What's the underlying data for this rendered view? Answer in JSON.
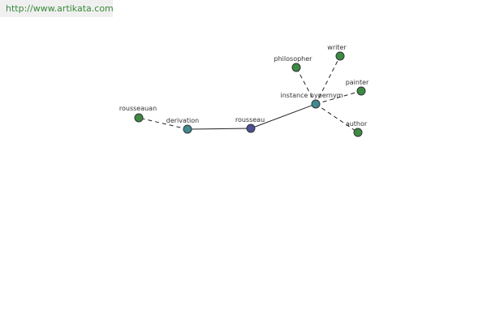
{
  "header": {
    "url": "http://www.artikata.com"
  },
  "colors": {
    "root": "#4a4f96",
    "relation": "#3f8b8f",
    "leaf": "#3d8a44"
  },
  "graph": {
    "nodes": [
      {
        "id": "rousseau",
        "label": "rousseau",
        "kind": "root"
      },
      {
        "id": "derivation",
        "label": "derivation",
        "kind": "relation"
      },
      {
        "id": "rousseauan",
        "label": "rousseauan",
        "kind": "leaf"
      },
      {
        "id": "instance_hypernym",
        "label": "instance hypernym",
        "kind": "relation"
      },
      {
        "id": "philosopher",
        "label": "philosopher",
        "kind": "leaf"
      },
      {
        "id": "writer",
        "label": "writer",
        "kind": "leaf"
      },
      {
        "id": "painter",
        "label": "painter",
        "kind": "leaf"
      },
      {
        "id": "author",
        "label": "author",
        "kind": "leaf"
      }
    ],
    "edges": [
      {
        "from": "rousseau",
        "to": "derivation",
        "style": "solid"
      },
      {
        "from": "rousseau",
        "to": "instance_hypernym",
        "style": "solid"
      },
      {
        "from": "derivation",
        "to": "rousseauan",
        "style": "dashed"
      },
      {
        "from": "instance_hypernym",
        "to": "philosopher",
        "style": "dashed"
      },
      {
        "from": "instance_hypernym",
        "to": "writer",
        "style": "dashed"
      },
      {
        "from": "instance_hypernym",
        "to": "painter",
        "style": "dashed"
      },
      {
        "from": "instance_hypernym",
        "to": "author",
        "style": "dashed"
      }
    ]
  }
}
